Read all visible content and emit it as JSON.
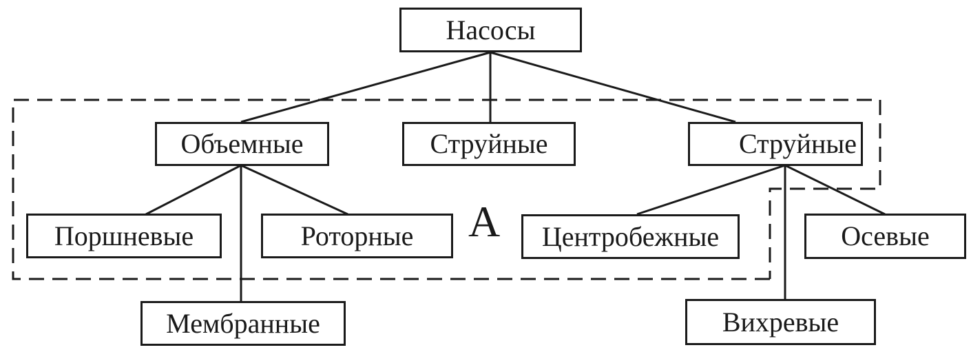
{
  "diagram": {
    "root": {
      "id": "pumps",
      "label": "Насосы"
    },
    "level1": [
      {
        "id": "volumetric",
        "label": "Объемные"
      },
      {
        "id": "jet",
        "label": "Струйные"
      },
      {
        "id": "jet2",
        "label": "Струйные"
      }
    ],
    "level2": [
      {
        "id": "piston",
        "label": "Поршневые",
        "parent": "volumetric"
      },
      {
        "id": "membrane",
        "label": "Мембранные",
        "parent": "volumetric"
      },
      {
        "id": "rotary",
        "label": "Роторные",
        "parent": "volumetric"
      },
      {
        "id": "centrifugal",
        "label": "Центробежные",
        "parent": "jet2"
      },
      {
        "id": "vortex",
        "label": "Вихревые",
        "parent": "jet2"
      },
      {
        "id": "axial",
        "label": "Осевые",
        "parent": "jet2"
      }
    ],
    "region_label": "А",
    "line_color": "#1a1a1a",
    "background": "#ffffff"
  }
}
